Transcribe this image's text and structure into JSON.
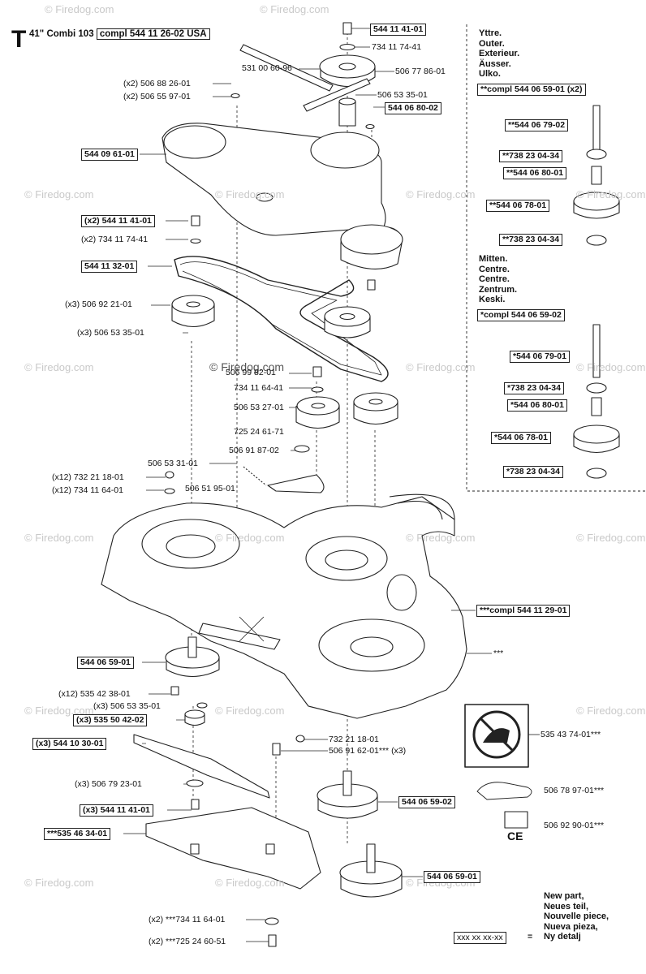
{
  "title": {
    "letter": "T",
    "model": "41\" Combi 103",
    "boxed": "compl 544 11 26-02 USA"
  },
  "watermark": {
    "text": "© Firedog.com",
    "center": "© Firedog.com"
  },
  "labels": [
    {
      "id": "l1",
      "text": "544 11 41-01",
      "boxed": true
    },
    {
      "id": "l2",
      "text": "734 11 74-41",
      "boxed": false
    },
    {
      "id": "l3",
      "text": "531 00 60-96",
      "boxed": false
    },
    {
      "id": "l4",
      "text": "506 77 86-01",
      "boxed": false
    },
    {
      "id": "l5",
      "text": "(x2) 506 88 26-01",
      "boxed": false
    },
    {
      "id": "l6",
      "text": "(x2) 506 55 97-01",
      "boxed": false
    },
    {
      "id": "l7",
      "text": "506 53 35-01",
      "boxed": false
    },
    {
      "id": "l8",
      "text": "544 06 80-02",
      "boxed": true
    },
    {
      "id": "l9",
      "text": "544 09 61-01",
      "boxed": true
    },
    {
      "id": "l10",
      "text": "(x2) 544 11 41-01",
      "boxed": true
    },
    {
      "id": "l11",
      "text": "(x2) 734 11 74-41",
      "boxed": false
    },
    {
      "id": "l12",
      "text": "544 11 32-01",
      "boxed": true
    },
    {
      "id": "l13",
      "text": "(x3) 506 92 21-01",
      "boxed": false
    },
    {
      "id": "l14",
      "text": "(x3) 506 53 35-01",
      "boxed": false
    },
    {
      "id": "l15",
      "text": "506 99 82-01",
      "boxed": false
    },
    {
      "id": "l16",
      "text": "734 11 64-41",
      "boxed": false
    },
    {
      "id": "l17",
      "text": "506 53 27-01",
      "boxed": false
    },
    {
      "id": "l18",
      "text": "725 24 61-71",
      "boxed": false
    },
    {
      "id": "l19",
      "text": "506 91 87-02",
      "boxed": false
    },
    {
      "id": "l20",
      "text": "506 53 31-01",
      "boxed": false
    },
    {
      "id": "l21",
      "text": "(x12) 732 21 18-01",
      "boxed": false
    },
    {
      "id": "l22",
      "text": "(x12) 734 11 64-01",
      "boxed": false
    },
    {
      "id": "l23",
      "text": "506 51 95-01",
      "boxed": false
    },
    {
      "id": "l24",
      "text": "***compl 544 11 29-01",
      "boxed": true
    },
    {
      "id": "l25",
      "text": "544 06 59-01",
      "boxed": true
    },
    {
      "id": "l26",
      "text": "(x12) 535 42 38-01",
      "boxed": false
    },
    {
      "id": "l27",
      "text": "(x3) 506 53 35-01",
      "boxed": false
    },
    {
      "id": "l28",
      "text": "(x3) 535 50 42-02",
      "boxed": true
    },
    {
      "id": "l29",
      "text": "(x3) 544 10 30-01",
      "boxed": true
    },
    {
      "id": "l30",
      "text": "732 21 18-01",
      "boxed": false
    },
    {
      "id": "l31",
      "text": "506 91 62-01*** (x3)",
      "boxed": false
    },
    {
      "id": "l32",
      "text": "(x3) 506 79 23-01",
      "boxed": false
    },
    {
      "id": "l33",
      "text": "(x3) 544 11 41-01",
      "boxed": true
    },
    {
      "id": "l34",
      "text": "544 06 59-02",
      "boxed": true
    },
    {
      "id": "l35",
      "text": "***535 46 34-01",
      "boxed": true
    },
    {
      "id": "l36",
      "text": "544 06 59-01",
      "boxed": true
    },
    {
      "id": "l37",
      "text": "(x2) ***734 11 64-01",
      "boxed": false
    },
    {
      "id": "l38",
      "text": "(x2) ***725 24 60-51",
      "boxed": false
    },
    {
      "id": "l39",
      "text": "***",
      "boxed": false
    },
    {
      "id": "l40",
      "text": "535 43 74-01***",
      "boxed": false
    },
    {
      "id": "l41",
      "text": "506 78 97-01***",
      "boxed": false
    },
    {
      "id": "l42",
      "text": "506 92 90-01***",
      "boxed": false
    }
  ],
  "outer_panel": {
    "heading": [
      "Yttre.",
      "Outer.",
      "Exterieur.",
      "Äusser.",
      "Ulko."
    ],
    "compl": "**compl 544 06 59-01 (x2)",
    "parts": [
      "**544 06 79-02",
      "**738 23 04-34",
      "**544 06 80-01",
      "**544 06 78-01",
      "**738 23 04-34"
    ]
  },
  "center_panel": {
    "heading": [
      "Mitten.",
      "Centre.",
      "Centre.",
      "Zentrum.",
      "Keski."
    ],
    "compl": "*compl 544 06 59-02",
    "parts": [
      "*544 06 79-01",
      "*738 23 04-34",
      "*544 06 80-01",
      "*544 06 78-01",
      "*738 23 04-34"
    ]
  },
  "legend": {
    "lines": [
      "New part,",
      "Neues teil,",
      "Nouvelle piece,",
      "Nueva pieza,",
      "Ny detalj"
    ],
    "code": "xxx xx xx-xx",
    "equals": "="
  },
  "ce_mark": "CE"
}
